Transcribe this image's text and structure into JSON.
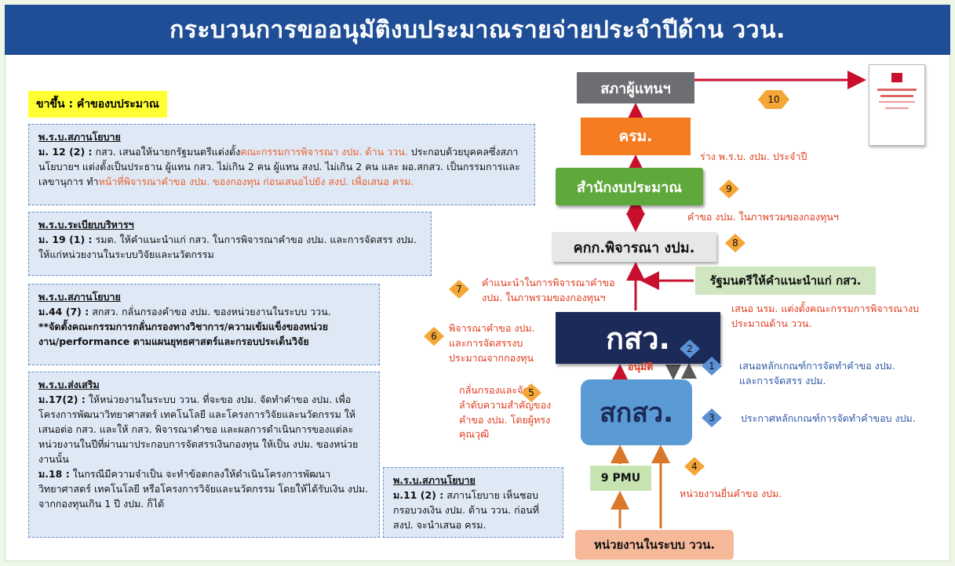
{
  "header": {
    "title": "กระบวนการขออนุมัติงบประมาณรายจ่ายประจำปีด้าน ววน."
  },
  "step_label": "ขาขึ้น : คำของบประมาณ",
  "law_boxes": [
    {
      "title": "พ.ร.บ.สภานโยบาย",
      "line1_bold": "ม. 12 (2) :",
      "line1_a": " กสว. เสนอให้นายกรัฐมนตรีแต่งตั้ง",
      "line1_hl": "คณะกรรมการพิจารณา งปม. ด้าน ววน.",
      "line1_b": " ประกอบด้วยบุคคลซึ่งสภานโยบายฯ แต่งตั้งเป็นประธาน ผู้แทน กสว. ไม่เกิน 2 คน ผู้แทน สงป. ไม่เกิน 2 คน และ ผอ.สกสว. เป็นกรรมการและเลขานุการ ทำ",
      "line1_hl2": "หน้าที่พิจารณาคำขอ งปม. ของกองทุน ก่อนเสนอไปยัง สงป. เพื่อเสนอ ครม."
    },
    {
      "title": "พ.ร.บ.ระเบียบบริหารฯ",
      "line1_bold": "ม. 19 (1) :",
      "line1_a": " รมต. ให้คำแนะนำแก่ กสว. ในการพิจารณาคำขอ งปม. และการจัดสรร งปม. ให้แก่หน่วยงานในระบบวิจัยและนวัตกรรม"
    },
    {
      "title": "พ.ร.บ.สภานโยบาย",
      "line1_bold": "ม.44 (7) :",
      "line1_a": " สกสว. กลั่นกรองคำขอ งปม. ของหน่วยงานในระบบ ววน.",
      "line2_bold": "**จัดตั้งคณะกรรมการกลั่นกรองทางวิชาการ/ความเข้มแข็งของหน่วยงาน/performance ตามแผนยุทธศาสตร์และกรอบประเด็นวิจัย"
    },
    {
      "title": "พ.ร.บ.ส่งเสริม",
      "line1_bold": "ม.17(2) :",
      "line1_a": " ให้หน่วยงานในระบบ ววน. ที่จะขอ งปม. จัดทำคำขอ งปม. เพื่อโครงการพัฒนาวิทยาศาสตร์ เทคโนโลยี และโครงการวิจัยและนวัตกรรม ให้เสนอต่อ กสว. และให้ กสว. พิจารณาคำขอ และผลการดำเนินการของแต่ละหน่วยงานในปีที่ผ่านมาประกอบการจัดสรรเงินกองทุน ให้เป็น งปม. ของหน่วยงานนั้น",
      "line2_bold": "ม.18 :",
      "line2_a": " ในกรณีมีความจำเป็น จะทำข้อตกลงให้ดำเนินโครงการพัฒนาวิทยาศาสตร์ เทคโนโลยี หรือโครงการวิจัยและนวัตกรรม โดยให้ได้รับเงิน งปม. จากกองทุนเกิน 1 ปี งปม. ก็ได้"
    },
    {
      "title": "พ.ร.บ.สภานโยบาย",
      "line1_bold": "ม.11 (2) :",
      "line1_a": " สภานโยบาย เห็นชอบกรอบวงเงิน งปม. ด้าน ววน. ก่อนที่ สงป. จะนำเสนอ ครม."
    }
  ],
  "nodes": {
    "house": "สภาผู้แทนฯ",
    "cabinet": "ครม.",
    "budget_bureau": "สำนักงบประมาณ",
    "committee": "คกก.พิจารณา งปม.",
    "minister": "รัฐมนตรีให้คำแนะนำแก่ กสว.",
    "ksw": "กสว.",
    "sksw": "สกสว.",
    "pmu": "9 PMU",
    "agencies": "หน่วยงานในระบบ ววน."
  },
  "labels": {
    "draft_act": "ร่าง พ.ร.บ. งปม. ประจำปี",
    "fund_request": "คำขอ งปม. ในภาพรวมของกองทุนฯ",
    "advice": "คำแนะนำในการพิจารณาคำขอ งปม. ในภาพรวมของกองทุนฯ",
    "propose_pm": "เสนอ นรม. แต่งตั้งคณะกรรมการพิจารณางบประมาณด้าน ววน.",
    "consider": "พิจารณาคำขอ งปม. และการจัดสรรงบประมาณจากกองทุน",
    "approve": "อนุมัติ",
    "screen": "กลั่นกรองและจัดลำดับความสำคัญของคำขอ งปม. โดยผู้ทรงคุณวุฒิ",
    "propose_criteria": "เสนอหลักเกณฑ์การจัดทำคำขอ งปม. และการจัดสรร งปม.",
    "announce": "ประกาศหลักเกณฑ์การจัดทำคำขอบ งปม.",
    "submit": "หน่วยงานยื่นคำขอ งปม."
  },
  "badges": [
    "1",
    "2",
    "3",
    "4",
    "5",
    "6",
    "7",
    "8",
    "9",
    "10"
  ],
  "colors": {
    "header": "#1f4e96",
    "arrow_red": "#c8102e",
    "arrow_orange": "#d9772b",
    "arrow_gray": "#59595b",
    "badge_orange": "#f4a636",
    "badge_blue": "#5b8fd6",
    "label_red": "#e03c1f",
    "label_blue": "#2e59a7"
  }
}
